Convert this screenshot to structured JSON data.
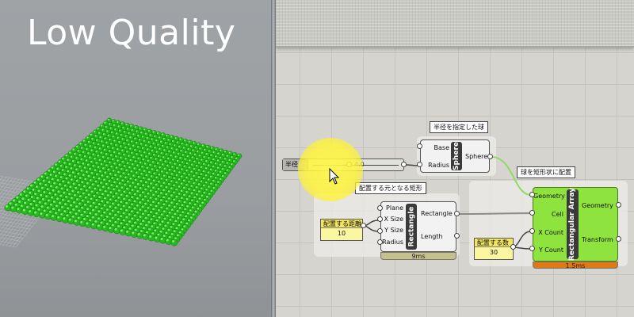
{
  "viewport": {
    "title": "Low Quality",
    "sphere_color": "#26b81e"
  },
  "canvas": {
    "slider": {
      "name": "半径",
      "value": "4.0"
    },
    "groups": {
      "sphere": "半径を指定した球",
      "rectangle": "配置する元となる矩形",
      "array": "球を矩形状に配置"
    },
    "sphere_comp": {
      "nickname": "Sphere",
      "inputs": [
        "Base",
        "Radius"
      ],
      "output": "Sphere"
    },
    "rect_comp": {
      "nickname": "Rectangle",
      "inputs": [
        "Plane",
        "X Size",
        "Y Size",
        "Radius"
      ],
      "outputs": [
        "Rectangle",
        "Length"
      ],
      "timer": "9ms"
    },
    "array_comp": {
      "nickname": "Rectangular Array",
      "inputs": [
        "Geometry",
        "Cell",
        "X Count",
        "Y Count"
      ],
      "outputs": [
        "Geometry",
        "Transform"
      ],
      "timer": "1.5ms"
    },
    "panel_distance": {
      "title": "配置する距離",
      "value": "10"
    },
    "panel_count": {
      "title": "配置する数",
      "value": "30"
    },
    "colors": {
      "canvas": "#d5d4cf",
      "component_green": "#8fe33f",
      "panel_yellow": "#fbf6a0",
      "timer_orange": "#e07a10",
      "highlight": "#fff448"
    }
  }
}
